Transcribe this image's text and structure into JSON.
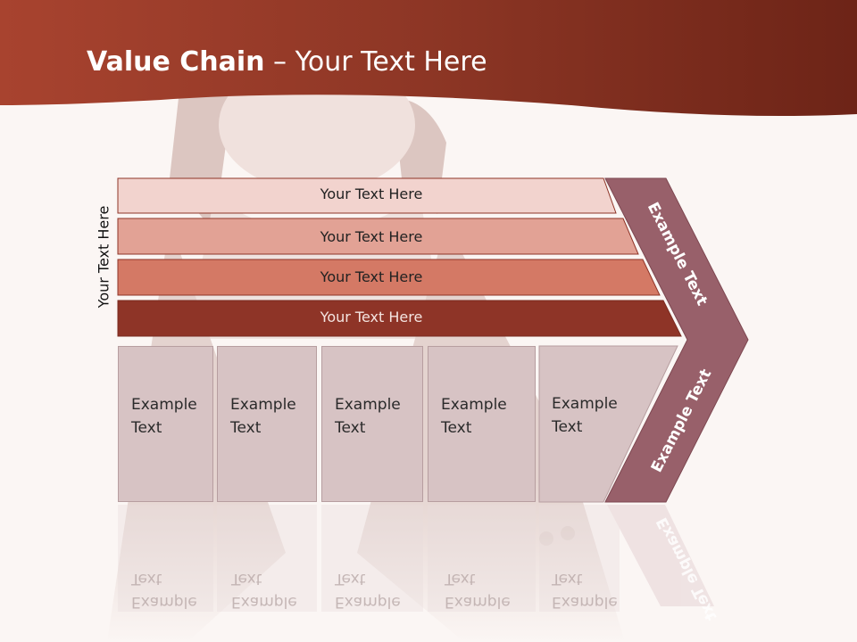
{
  "slide": {
    "title_bold": "Value Chain",
    "title_rest": " – Your Text Here"
  },
  "diagram": {
    "side_label": "Your Text Here",
    "bars": [
      {
        "label": "Your Text Here",
        "color": "#f2d3ce"
      },
      {
        "label": "Your Text Here",
        "color": "#e2a295"
      },
      {
        "label": "Your Text Here",
        "color": "#d47965"
      },
      {
        "label": "Your Text Here",
        "color": "#8e3427"
      }
    ],
    "boxes": [
      {
        "line1": "Example",
        "line2": "Text"
      },
      {
        "line1": "Example",
        "line2": "Text"
      },
      {
        "line1": "Example",
        "line2": "Text"
      },
      {
        "line1": "Example",
        "line2": "Text"
      },
      {
        "line1": "Example",
        "line2": "Text"
      }
    ],
    "chevron_top": "Example Text",
    "chevron_bottom": "Example Text",
    "colors": {
      "header": "#8a3122",
      "chevron": "#98606a",
      "box_fill": "#d7c3c4"
    }
  }
}
